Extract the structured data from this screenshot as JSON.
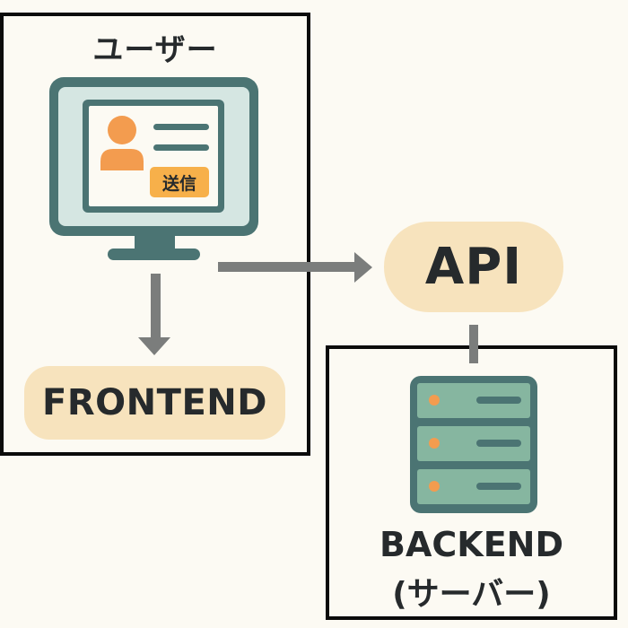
{
  "diagram": {
    "user_title": "ユーザー",
    "submit_button_label": "送信",
    "frontend_label": "FRONTEND",
    "api_label": "API",
    "backend_label": "BACKEND",
    "backend_sublabel": "(サーバー)"
  },
  "colors": {
    "background": "#fcfaf3",
    "border": "#0b0b0b",
    "pill_fill": "#f7e3bd",
    "text": "#262a2c",
    "monitor_frame": "#4b7473",
    "monitor_screen": "#d5e6e2",
    "avatar_orange": "#f39c4f",
    "button_orange": "#f7b04a",
    "arrow_gray": "#7b7d7c",
    "server_fill": "#86b6a0",
    "server_frame": "#4b7473",
    "server_led": "#f39c4f"
  },
  "connections": [
    {
      "from": "user",
      "to": "frontend",
      "type": "arrow"
    },
    {
      "from": "user",
      "to": "api",
      "type": "arrow"
    },
    {
      "from": "api",
      "to": "backend",
      "type": "line"
    }
  ]
}
